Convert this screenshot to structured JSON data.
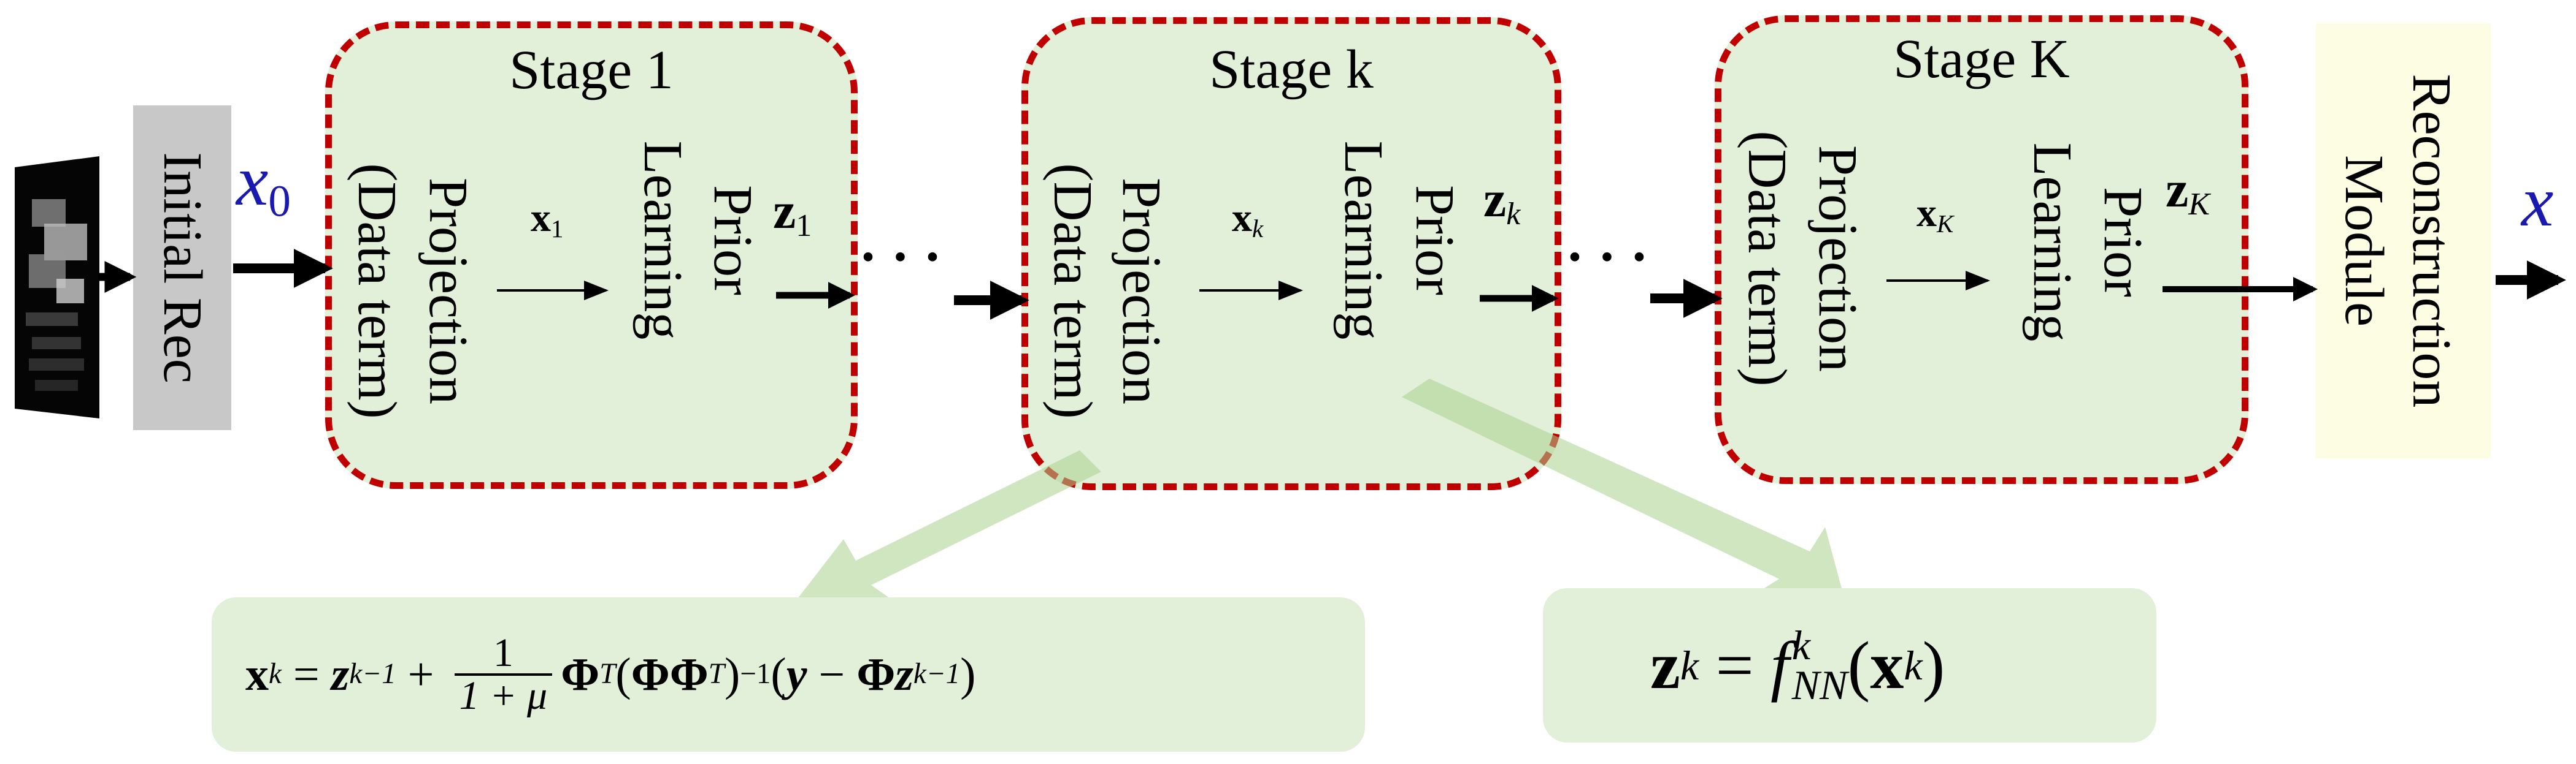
{
  "input": {
    "label": "Initial Rec",
    "output_var": "x",
    "output_sub": "0"
  },
  "stages": [
    {
      "title": "Stage 1",
      "proj_l1": "Projection",
      "proj_l2": "(Data term)",
      "prior_l1": "Prior",
      "prior_l2": "Learning",
      "x_var": "x",
      "x_sub": "1",
      "z_var": "z",
      "z_sub": "1"
    },
    {
      "title": "Stage k",
      "proj_l1": "Projection",
      "proj_l2": "(Data term)",
      "prior_l1": "Prior",
      "prior_l2": "Learning",
      "x_var": "x",
      "x_sub": "k",
      "z_var": "z",
      "z_sub": "k"
    },
    {
      "title": "Stage K",
      "proj_l1": "Projection",
      "proj_l2": "(Data term)",
      "prior_l1": "Prior",
      "prior_l2": "Learning",
      "x_var": "x",
      "x_sub": "K",
      "z_var": "z",
      "z_sub": "K"
    }
  ],
  "ellipsis": "· · ·",
  "reconstruction": {
    "line1": "Reconstruction",
    "line2": "Module",
    "output_var": "x"
  },
  "equations": {
    "projection": {
      "lhs": "x",
      "lhs_sup": "k",
      "eq": " = ",
      "z1": "z",
      "z1_sup": "k−1",
      "plus": " + ",
      "frac_num": "1",
      "frac_den": "1 + μ",
      "phi1": "Φ",
      "phi1_sup": "T",
      "paren_open": "(",
      "phi2": "ΦΦ",
      "phi2_sup": "T",
      "paren_close": ")",
      "inv_sup": "−1",
      "paren2_open": "(",
      "y": "y",
      "minus": " − ",
      "phi3": "Φ",
      "z2": "z",
      "z2_sup": "k−1",
      "paren2_close": ")"
    },
    "prior": {
      "lhs": "z",
      "lhs_sup": "k",
      "eq": " = ",
      "f": "f",
      "f_sup": "k",
      "f_sub": "NN",
      "arg_open": "(",
      "arg": "x",
      "arg_sup": "k",
      "arg_close": ")"
    }
  },
  "colors": {
    "stage_fill": "#e2efd9",
    "stage_border": "#c00000",
    "init_fill": "#c8c8c8",
    "recon_fill": "#fdfde3",
    "var_blue": "#1a1ab0"
  }
}
